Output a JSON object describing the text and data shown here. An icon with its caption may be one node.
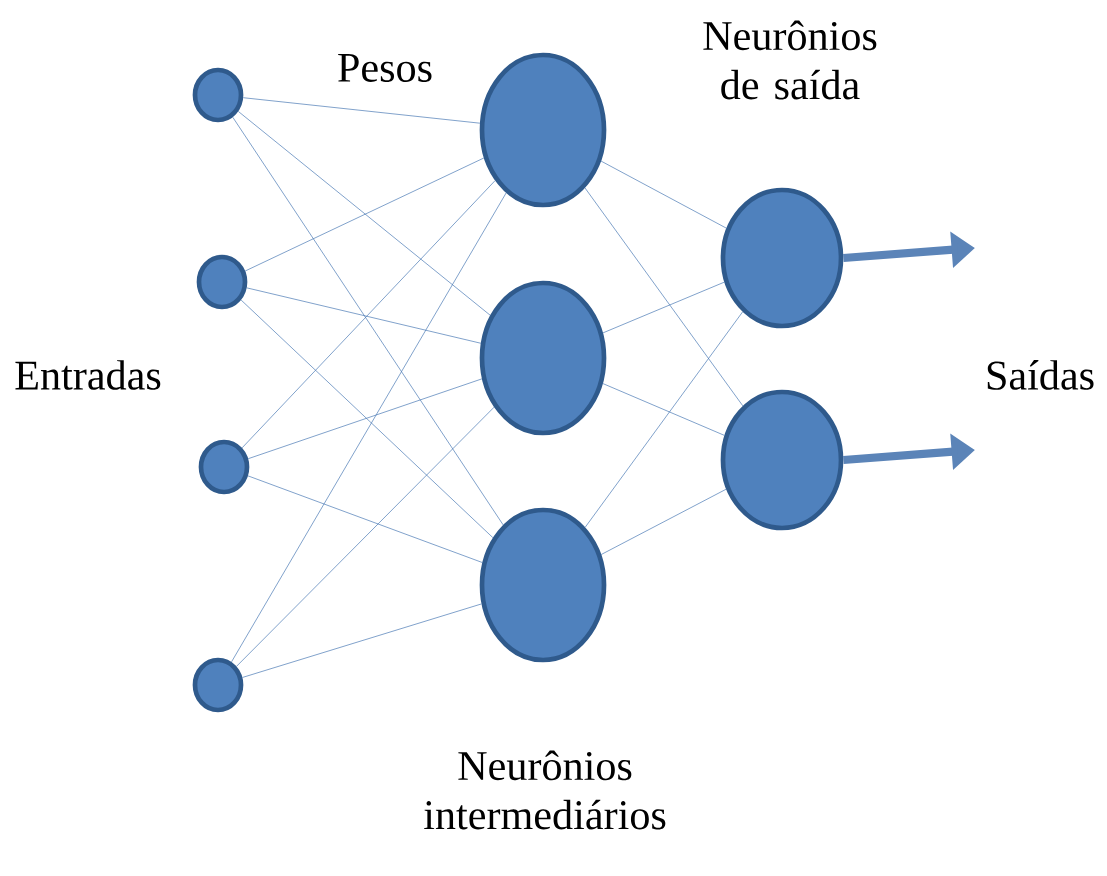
{
  "diagram": {
    "nodes": [
      {
        "text": [],
        "shape": "circle"
      },
      {
        "text": [],
        "shape": "circle"
      },
      {
        "text": [],
        "shape": "circle"
      },
      {
        "text": [],
        "shape": "circle"
      },
      {
        "text": [],
        "shape": "circle"
      },
      {
        "text": [],
        "shape": "circle"
      },
      {
        "text": [],
        "shape": "circle"
      },
      {
        "text": [],
        "shape": "circle"
      },
      {
        "text": [],
        "shape": "circle"
      }
    ],
    "edges": [
      {
        "from": 0,
        "to": 4,
        "arrow": "none"
      },
      {
        "from": 0,
        "to": 5,
        "arrow": "none"
      },
      {
        "from": 0,
        "to": 6,
        "arrow": "none"
      },
      {
        "from": 1,
        "to": 4,
        "arrow": "none"
      },
      {
        "from": 1,
        "to": 5,
        "arrow": "none"
      },
      {
        "from": 1,
        "to": 6,
        "arrow": "none"
      },
      {
        "from": 2,
        "to": 4,
        "arrow": "none"
      },
      {
        "from": 2,
        "to": 5,
        "arrow": "none"
      },
      {
        "from": 2,
        "to": 6,
        "arrow": "none"
      },
      {
        "from": 3,
        "to": 4,
        "arrow": "none"
      },
      {
        "from": 3,
        "to": 5,
        "arrow": "none"
      },
      {
        "from": 3,
        "to": 6,
        "arrow": "none"
      },
      {
        "from": 4,
        "to": 7,
        "arrow": "none"
      },
      {
        "from": 4,
        "to": 8,
        "arrow": "none"
      },
      {
        "from": 5,
        "to": 7,
        "arrow": "none"
      },
      {
        "from": 5,
        "to": 8,
        "arrow": "none"
      },
      {
        "from": 6,
        "to": 7,
        "arrow": "none"
      },
      {
        "from": 6,
        "to": 8,
        "arrow": "none"
      },
      {
        "from": 7,
        "to": null,
        "arrow": "to",
        "style": "thick"
      },
      {
        "from": 8,
        "to": null,
        "arrow": "to",
        "style": "thick"
      }
    ],
    "labels": [
      "Pesos",
      "Neurônios de saída",
      "Entradas",
      "Saídas",
      "Neurônios intermediários"
    ]
  }
}
